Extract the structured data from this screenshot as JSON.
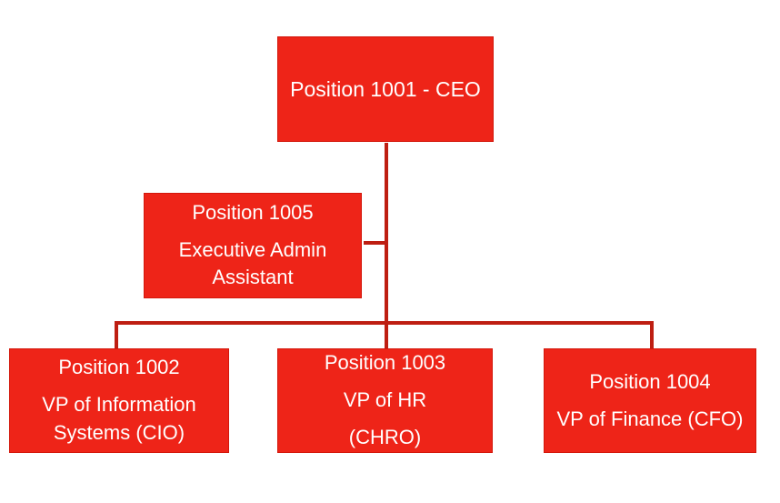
{
  "colors": {
    "box_fill": "#ee2418",
    "box_border": "#d3170b",
    "connector": "#be1e12",
    "text": "#ffffff",
    "background": "#ffffff"
  },
  "nodes": [
    {
      "id": "ceo",
      "lines": [
        "Position 1001 - CEO"
      ]
    },
    {
      "id": "exec-admin",
      "lines": [
        "Position 1005",
        "Executive Admin Assistant"
      ]
    },
    {
      "id": "vp-cio",
      "lines": [
        "Position 1002",
        "VP of Information Systems (CIO)"
      ]
    },
    {
      "id": "vp-chro",
      "lines": [
        "Position 1003",
        "VP of HR",
        "(CHRO)"
      ]
    },
    {
      "id": "vp-cfo",
      "lines": [
        "Position 1004",
        "VP of Finance (CFO)"
      ]
    }
  ],
  "connectors": [
    {
      "id": "ceo-trunk",
      "from": "ceo",
      "to": "branch-line"
    },
    {
      "id": "branch-line",
      "from": "vp-cio",
      "to": "vp-cfo"
    },
    {
      "id": "admin-stub",
      "from": "exec-admin",
      "to": "ceo-trunk"
    }
  ]
}
